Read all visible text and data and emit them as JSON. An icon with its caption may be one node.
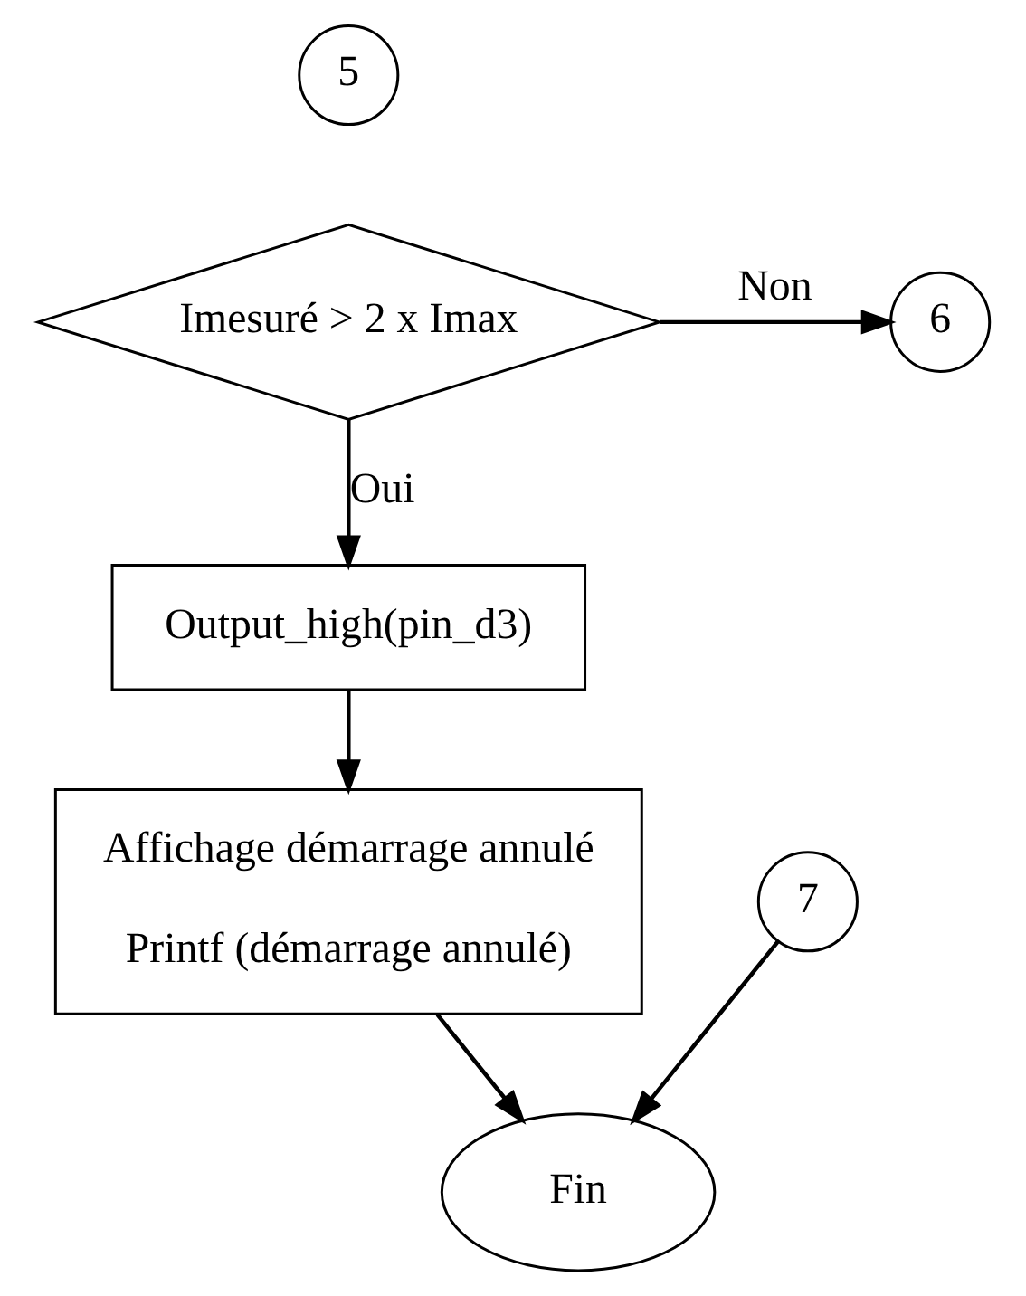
{
  "diagram": {
    "nodes": [
      {
        "text": [
          "5"
        ]
      },
      {
        "text": [
          "Imesuré > 2 x Imax"
        ]
      },
      {
        "text": [
          "6"
        ]
      },
      {
        "text": [
          "Output_high(pin_d3)"
        ]
      },
      {
        "text": [
          "Affichage démarrage annulé",
          "Printf (démarrage annulé)"
        ]
      },
      {
        "text": [
          "7"
        ]
      },
      {
        "text": [
          "Fin"
        ]
      }
    ],
    "edges": [
      {
        "from": 1,
        "to": 2,
        "arrow": "to",
        "label": "Non"
      },
      {
        "from": 1,
        "to": 3,
        "arrow": "to",
        "label": "Oui"
      },
      {
        "from": 3,
        "to": 4,
        "arrow": "to"
      },
      {
        "from": 4,
        "to": 6,
        "arrow": "to"
      },
      {
        "from": 5,
        "to": 6,
        "arrow": "to"
      }
    ]
  }
}
